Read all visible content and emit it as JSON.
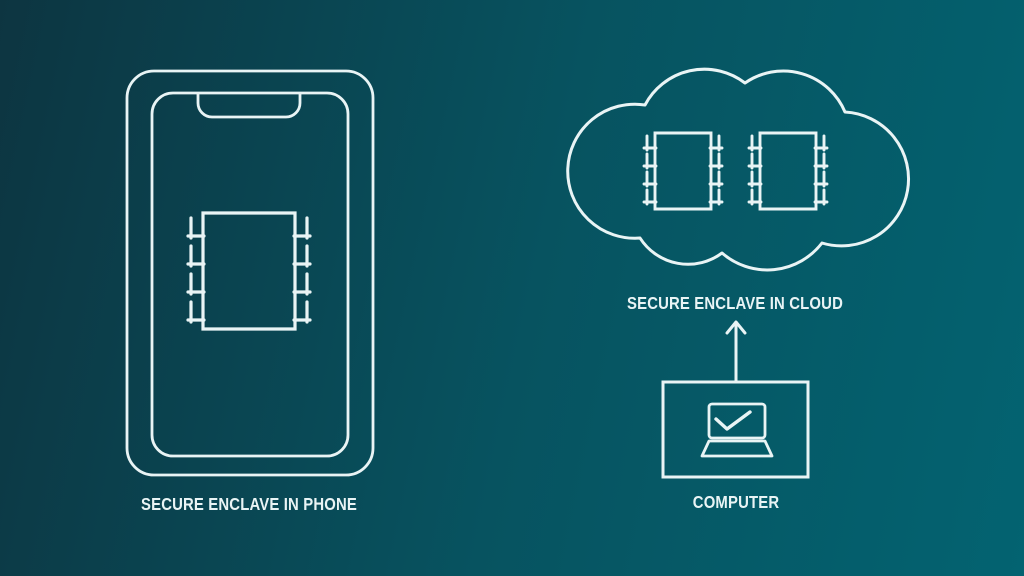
{
  "theme": {
    "background": "linear-gradient(102deg, #0d3541 0%, #075360 52%, #036371 100%)",
    "line_color": "#e9f4f5",
    "text_color": "#e9f4f5"
  },
  "diagram": {
    "phone": {
      "label": "SECURE ENCLAVE IN PHONE",
      "icon": "smartphone-with-chip-icon",
      "chip_count": 1
    },
    "cloud": {
      "label": "SECURE ENCLAVE IN CLOUD",
      "icon": "cloud-with-chips-icon",
      "chip_count": 2
    },
    "computer": {
      "label": "COMPUTER",
      "icon": "laptop-with-checkmark-icon"
    },
    "connection": {
      "from": "computer",
      "to": "cloud",
      "style": "arrow-up"
    }
  }
}
